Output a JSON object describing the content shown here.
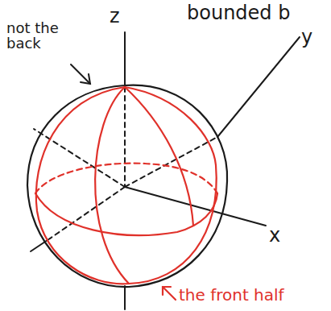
{
  "diagram": {
    "labels": [
      "not the back",
      "z",
      "bounded b",
      "y",
      "x",
      "the front half"
    ]
  }
}
